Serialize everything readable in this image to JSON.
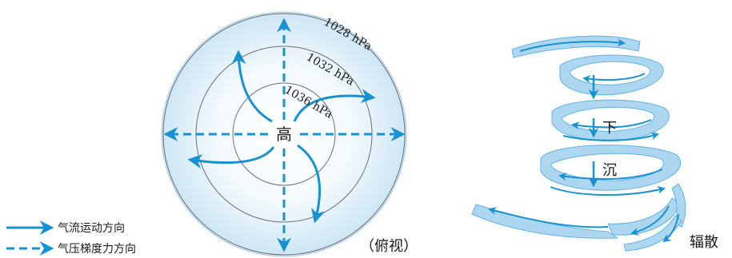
{
  "top_view": {
    "center_label": "高",
    "isobars": [
      "1028 hPa",
      "1032 hPa",
      "1036 hPa"
    ],
    "view_caption": "（俯视）"
  },
  "side_view": {
    "sinking_label_1": "下",
    "sinking_label_2": "沉",
    "divergence_label": "辐散"
  },
  "legend": {
    "airflow_label": "气流运动方向",
    "pressure_gradient_label": "气压梯度力方向"
  },
  "colors": {
    "arrow": "#1692d2",
    "halo_outer": "#cde6f5",
    "halo_inner": "#ffffff",
    "isobar": "#6f6f6f",
    "ribbon": "#a9d5f0",
    "ribbon_edge": "#5aaee0"
  }
}
